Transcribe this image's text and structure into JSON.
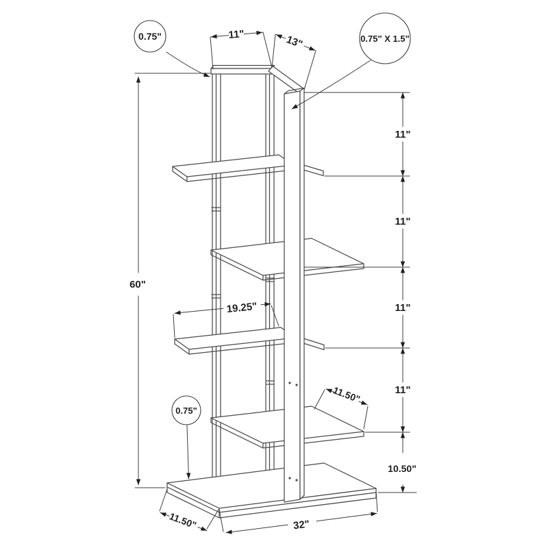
{
  "diagram": {
    "kind": "furniture-dimension-drawing",
    "subject": "five-tier-ladder-bookshelf",
    "units": "inches",
    "callouts": {
      "top_left_tube": "0.75\"",
      "main_post": "0.75\" X 1.5\"",
      "bottom_shelf_thickness": "0.75\""
    },
    "dimensions": {
      "top_width": "11\"",
      "top_depth": "13\"",
      "overall_height": "60\"",
      "gap_1": "11\"",
      "gap_2": "11\"",
      "gap_3": "11\"",
      "gap_4": "11\"",
      "gap_bottom": "10.50\"",
      "middle_shelf_width": "19.25\"",
      "upper_shelf_depth": "11.50\"",
      "base_depth": "11.50\"",
      "base_width": "32\""
    }
  }
}
